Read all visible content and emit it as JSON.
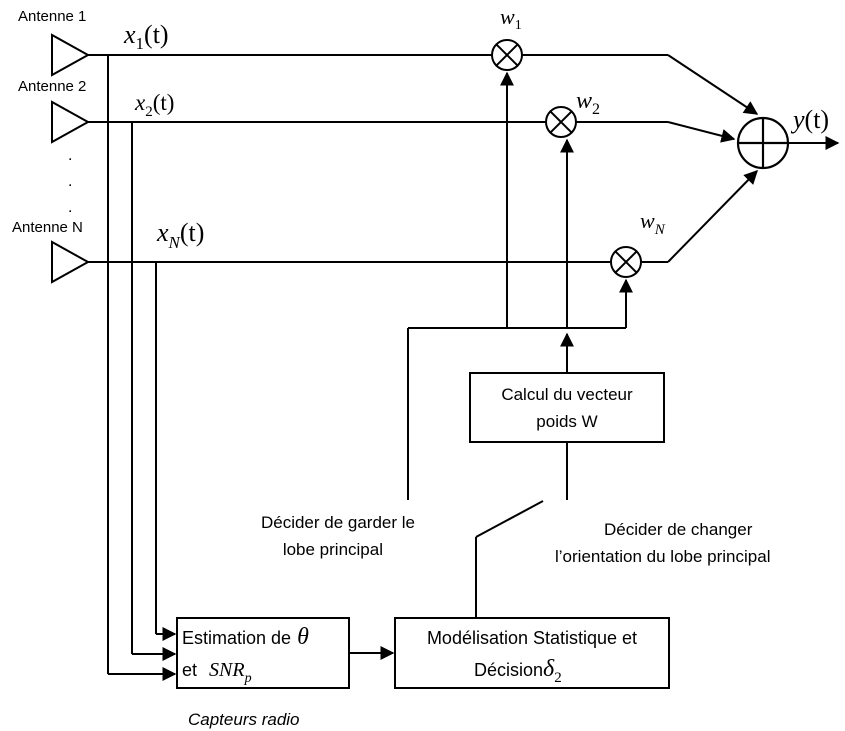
{
  "antennas": [
    {
      "label": "Antenne 1",
      "signal_var": "x",
      "signal_sub": "1",
      "signal_arg": "(t)"
    },
    {
      "label": "Antenne 2",
      "signal_var": "x",
      "signal_sub": "2",
      "signal_arg": "(t)"
    },
    {
      "label": "Antenne N",
      "signal_var": "x",
      "signal_sub": "N",
      "signal_arg": "(t)"
    }
  ],
  "ellipsis_dots": [
    ".",
    ".",
    "."
  ],
  "weights": [
    {
      "var": "w",
      "sub": "1"
    },
    {
      "var": "w",
      "sub": "2"
    },
    {
      "var": "w",
      "sub": "N"
    }
  ],
  "output": {
    "var": "y",
    "arg": "(t)"
  },
  "weight_block": {
    "line1": "Calcul du vecteur",
    "line2": "poids W"
  },
  "estimation_block": {
    "line1": "Estimation de",
    "theta": "θ",
    "line2": "et",
    "snr": "SNR",
    "snr_sub": "p"
  },
  "decision_block": {
    "line1": "Modélisation Statistique et",
    "line2": "Décision",
    "delta": "δ",
    "delta_sub": "2"
  },
  "keep_label": {
    "line1": "Décider de garder le",
    "line2": "lobe principal"
  },
  "change_label": {
    "line1": "Décider de changer",
    "line2": "l’orientation du lobe principal"
  },
  "caption": "Capteurs radio"
}
